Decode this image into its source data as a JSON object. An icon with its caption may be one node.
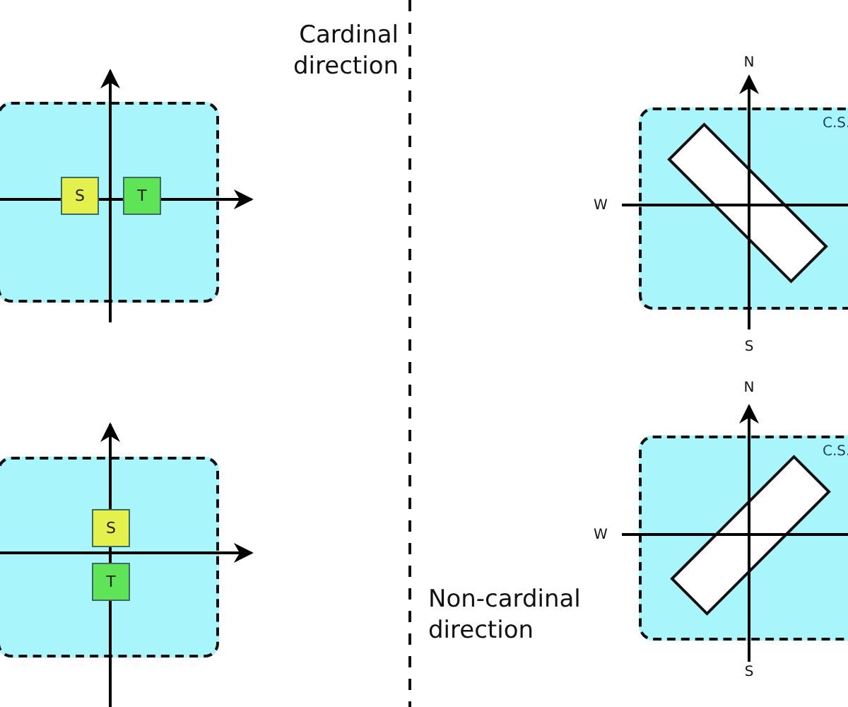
{
  "diagram": {
    "nodes": [
      {
        "text": [],
        "shape": "box"
      },
      {
        "text": [
          "S"
        ],
        "in": 0
      },
      {
        "text": [
          "T"
        ],
        "in": 0
      },
      {
        "text": [
          "C.S."
        ]
      },
      {
        "text": [],
        "shape": "bar",
        "in": 3
      },
      {
        "text": [],
        "shape": "box"
      },
      {
        "text": [
          "S"
        ],
        "in": 5
      },
      {
        "text": [
          "T"
        ],
        "in": 5
      },
      {
        "text": [
          "C.S."
        ]
      },
      {
        "text": [],
        "shape": "bar",
        "in": 8
      }
    ],
    "labels": [
      "Cardinal direction",
      "N",
      "W",
      "S",
      "N",
      "W",
      "S",
      "Non-cardinal direction"
    ]
  }
}
